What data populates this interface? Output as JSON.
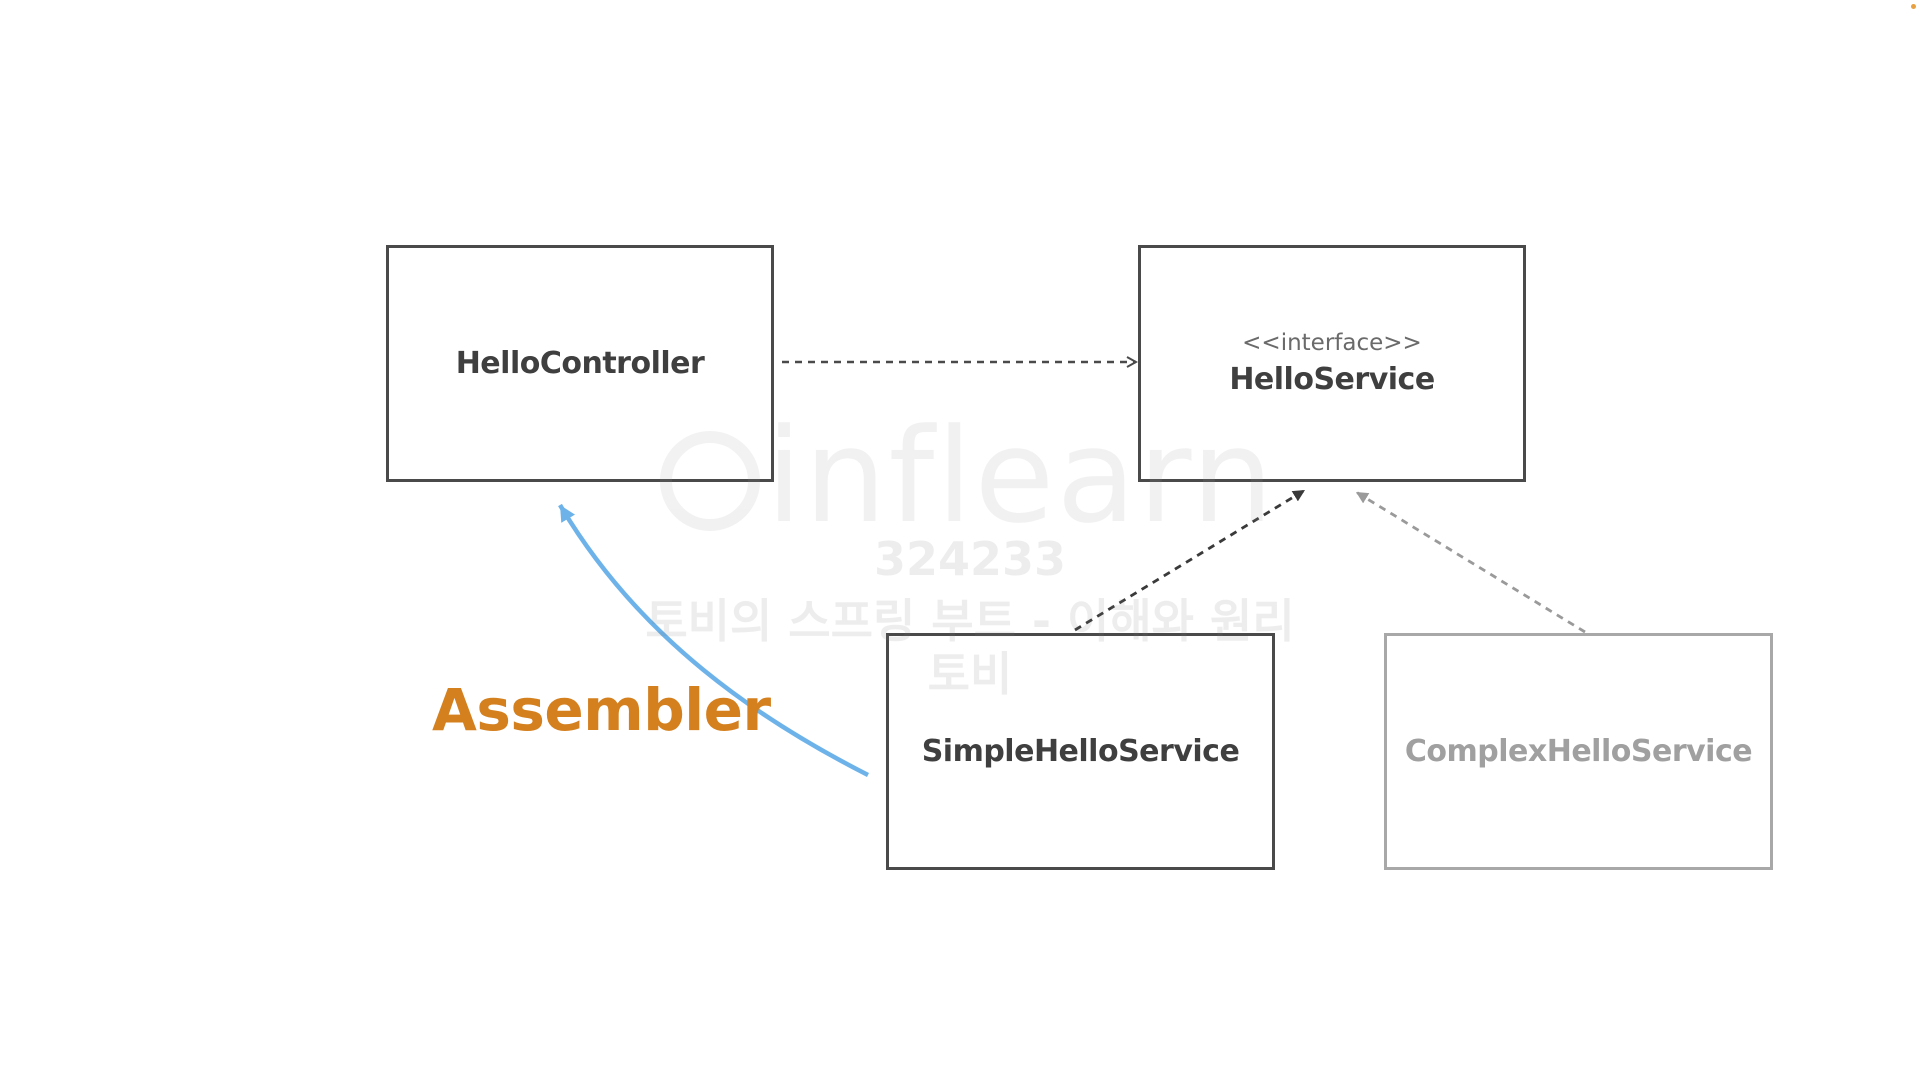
{
  "diagram": {
    "nodes": {
      "controller": {
        "label": "HelloController"
      },
      "service": {
        "stereotype": "<<interface>>",
        "label": "HelloService"
      },
      "simple": {
        "label": "SimpleHelloService"
      },
      "complex": {
        "label": "ComplexHelloService"
      }
    },
    "assembler_label": "Assembler",
    "colors": {
      "box_border": "#4a4a4a",
      "box_text": "#3f3f3f",
      "faded": "#a8a8a8",
      "assembler": "#d4801f",
      "arrow_blue": "#6db3ea"
    }
  },
  "watermark": {
    "logo": "inflearn",
    "id": "324233",
    "course": "토비의 스프링 부트 - 이해와 원리",
    "author": "토비"
  }
}
